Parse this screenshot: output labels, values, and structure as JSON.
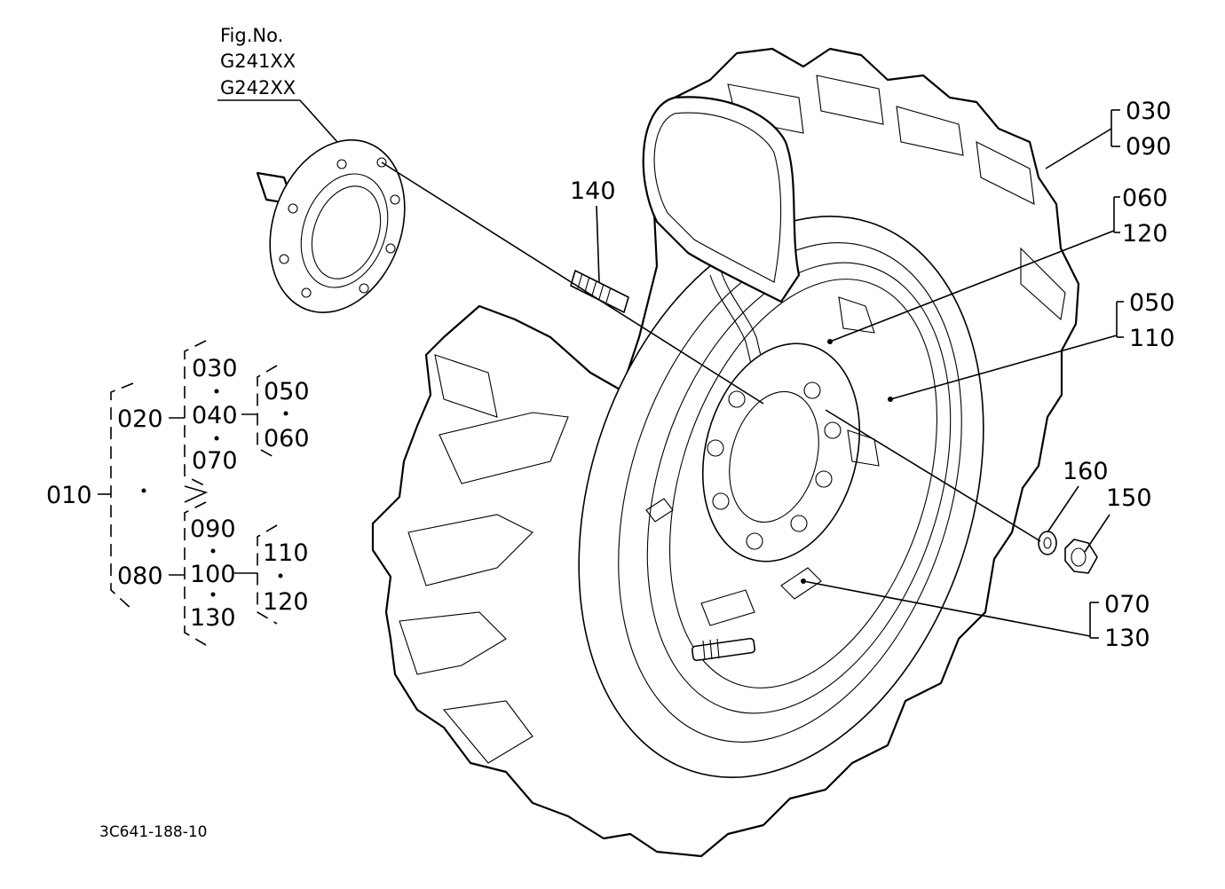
{
  "figure": {
    "fig_no_label": "Fig.No.",
    "fig_codes": [
      "G241XX",
      "G242XX"
    ],
    "drawing_code": "3C641-188-10"
  },
  "callouts": {
    "tire": [
      "030",
      "090"
    ],
    "tube": [
      "060",
      "120"
    ],
    "rim": [
      "050",
      "110"
    ],
    "stud": "140",
    "washer": "160",
    "nut": "150",
    "valve": [
      "070",
      "130"
    ]
  },
  "tree": {
    "root": "010",
    "assy_front": "020",
    "assy_rear": "080",
    "front_parts": [
      "030",
      "040",
      "070"
    ],
    "front_sub": [
      "050",
      "060"
    ],
    "rear_parts": [
      "090",
      "100",
      "130"
    ],
    "rear_sub": [
      "110",
      "120"
    ]
  }
}
